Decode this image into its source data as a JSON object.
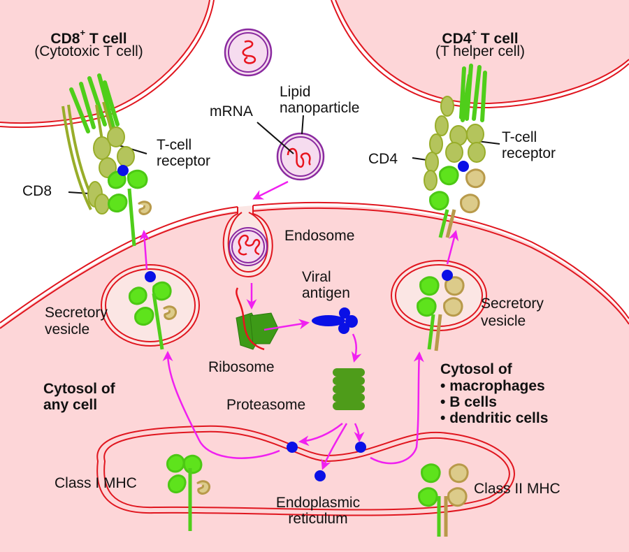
{
  "title": "MHC antigen presentation after mRNA vaccine uptake",
  "colors": {
    "background": "#ffffff",
    "cell_fill": "#fdd6d8",
    "membrane": "#e0161f",
    "lnp_membrane": "#8a2aa0",
    "mrna": "#e8141e",
    "arrow": "#f020f0",
    "antigen": "#0a10e6",
    "ribosome": "#3d9a17",
    "proteasome": "#4e9c1a",
    "mhc_green": "#5ee31c",
    "mhc_tan": "#b89a4a",
    "tcr_olive": "#a4b530",
    "vesicle_fill": "#fbe6e4"
  },
  "cells": {
    "cd8_tcell": {
      "title": "CD8",
      "superscript": "+",
      "title_suffix": " T cell",
      "subtitle": "(Cytotoxic T cell)"
    },
    "cd4_tcell": {
      "title": "CD4",
      "superscript": "+",
      "title_suffix": " T cell",
      "subtitle": "(T helper cell)"
    }
  },
  "labels": {
    "mrna": "mRNA",
    "lipid_nanoparticle": [
      "Lipid",
      "nanoparticle"
    ],
    "tcr_left": [
      "T-cell",
      "receptor"
    ],
    "tcr_right": [
      "T-cell",
      "receptor"
    ],
    "cd8": "CD8",
    "cd4": "CD4",
    "endosome": "Endosome",
    "viral_antigen": [
      "Viral",
      "antigen"
    ],
    "ribosome": "Ribosome",
    "proteasome": "Proteasome",
    "secretory_vesicle_left": [
      "Secretory",
      "vesicle"
    ],
    "secretory_vesicle_right": [
      "Secretory",
      "vesicle"
    ],
    "cytosol_any": [
      "Cytosol of",
      "any cell"
    ],
    "cytosol_apc_title": "Cytosol of",
    "cytosol_apc_items": [
      "macrophages",
      "B cells",
      "dendritic cells"
    ],
    "class1_mhc": "Class I MHC",
    "class2_mhc": "Class II MHC",
    "er": [
      "Endoplasmic",
      "reticulum"
    ]
  }
}
